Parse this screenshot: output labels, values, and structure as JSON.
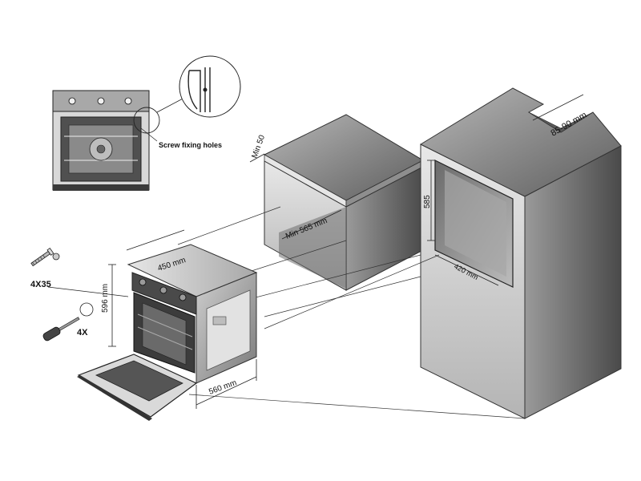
{
  "labels": {
    "screw_fixing_holes": "Screw fixing holes",
    "min_50": "Min 50",
    "min_565": "Min 565 mm",
    "dim_85_90": "85-90 mm",
    "dim_585": "585",
    "dim_420": "420 mm",
    "dim_450": "450 mm",
    "dim_596": "596 mm",
    "dim_560": "560 mm",
    "screw_spec": "4X35",
    "screw_count": "4X"
  }
}
